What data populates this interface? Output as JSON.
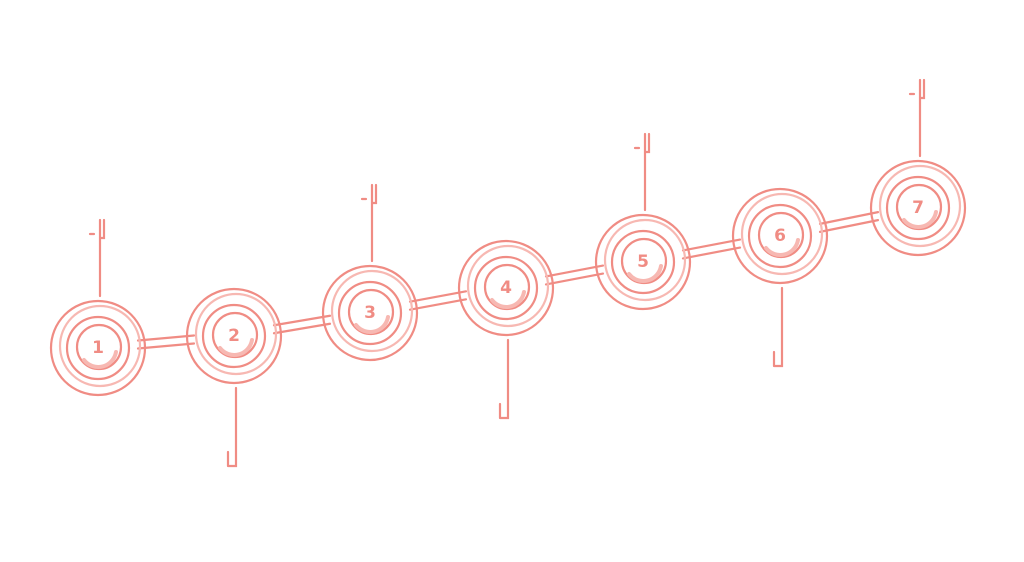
{
  "diagram": {
    "colors": {
      "accent": "#f08c84",
      "accent_light": "#f7b8b2",
      "background": "#ffffff"
    },
    "steps": [
      {
        "label": "1",
        "callout": "up"
      },
      {
        "label": "2",
        "callout": "down"
      },
      {
        "label": "3",
        "callout": "up"
      },
      {
        "label": "4",
        "callout": "down"
      },
      {
        "label": "5",
        "callout": "up"
      },
      {
        "label": "6",
        "callout": "down"
      },
      {
        "label": "7",
        "callout": "up"
      }
    ]
  }
}
